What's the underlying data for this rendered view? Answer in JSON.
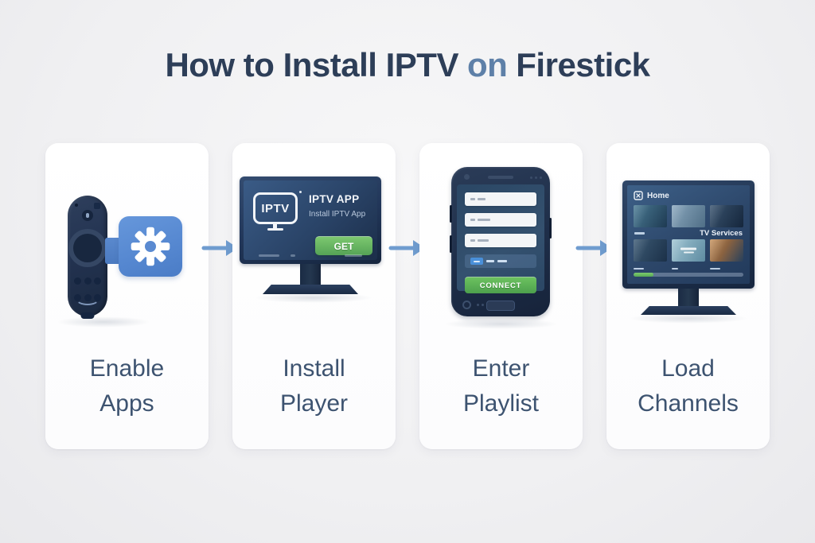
{
  "title": {
    "part1": "How to Install IPTV",
    "part2": "on",
    "part3": "Firestick"
  },
  "steps": [
    {
      "line1": "Enable",
      "line2": "Apps"
    },
    {
      "line1": "Install",
      "line2": "Player"
    },
    {
      "line1": "Enter",
      "line2": "Playlist"
    },
    {
      "line1": "Load",
      "line2": "Channels"
    }
  ],
  "monitor_screen": {
    "logo": "IPTV",
    "app_title": "IPTV APP",
    "app_subtitle": "Install IPTV App",
    "get_button": "GET"
  },
  "phone_screen": {
    "connect_button": "CONNECT"
  },
  "tv_screen": {
    "home": "Home",
    "services": "TV Services"
  },
  "icons": {
    "gear": "gear-icon",
    "arrow": "arrow-right-icon",
    "home": "home-window-icon"
  },
  "colors": {
    "accent_blue": "#5d8dd4",
    "arrow_blue": "#6f9ccf",
    "button_green": "#5fb15a",
    "device_navy": "#22334e",
    "title_navy": "#2d3e58",
    "title_light_blue": "#5e80a8",
    "label_color": "#3d5370",
    "card_bg": "#ffffff",
    "page_bg": "#f0f0f2"
  }
}
